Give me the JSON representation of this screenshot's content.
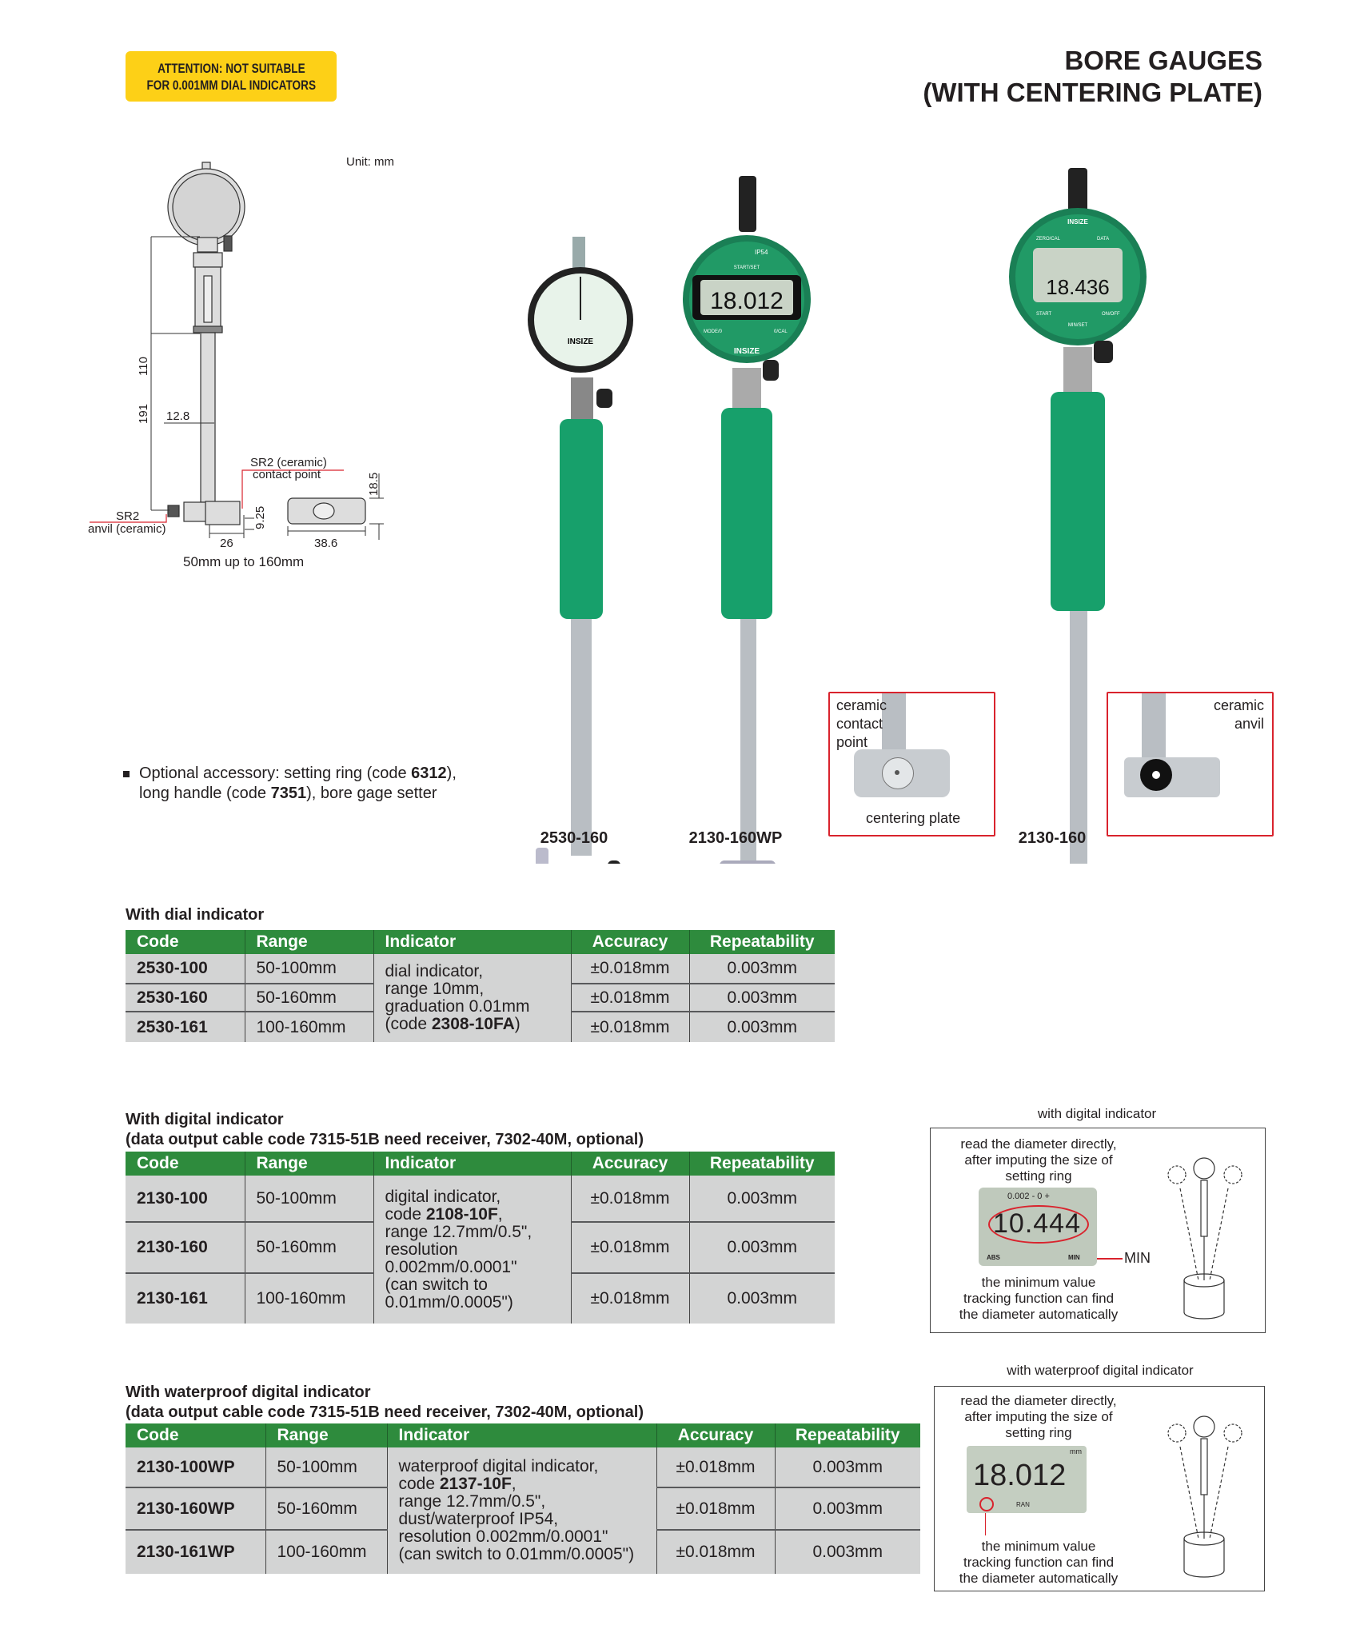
{
  "header": {
    "attention": [
      "ATTENTION: NOT SUITABLE",
      "FOR 0.001MM DIAL INDICATORS"
    ],
    "title": [
      "BORE GAUGES",
      "(WITH CENTERING PLATE)"
    ]
  },
  "drawing": {
    "unit": "Unit: mm",
    "dims": {
      "d110": "110",
      "d191": "191",
      "d12_8": "12.8",
      "d18_5": "18.5",
      "d9_25": "9.25",
      "d26": "26",
      "d38_6": "38.6"
    },
    "contact_point": [
      "SR2 (ceramic)",
      "contact point"
    ],
    "anvil": [
      "SR2",
      "anvil (ceramic)"
    ],
    "range_caption": "50mm up to 160mm"
  },
  "accessory_note": {
    "line1_pre": "Optional accessory: setting ring (code ",
    "code1": "6312",
    "line1_post": "),",
    "line2_pre": "long handle (code ",
    "code2": "7351",
    "line2_post": "), bore gage setter"
  },
  "products": {
    "labels": [
      "2530-160",
      "2130-160WP",
      "2130-160"
    ],
    "displays": {
      "wp": "18.012",
      "digital": "18.436"
    },
    "display_keys": {
      "ip": "IP54",
      "start_set": "START/SET",
      "mode": "MODE/0",
      "ocal": "0/CAL",
      "zero_cal": "ZERO/CAL",
      "data": "DATA",
      "start": "START",
      "minset": "MIN/SET",
      "onoff": "ON/OFF"
    },
    "brand": "INSIZE",
    "callout_contact": {
      "label": [
        "ceramic",
        "contact",
        "point"
      ],
      "plate": "centering plate"
    },
    "callout_anvil": {
      "label": [
        "ceramic",
        "anvil"
      ]
    }
  },
  "tables": {
    "columns": [
      "Code",
      "Range",
      "Indicator",
      "Accuracy",
      "Repeatability"
    ],
    "dial": {
      "heading": "With dial indicator",
      "indicator": {
        "l1": "dial indicator,",
        "l2": "range 10mm,",
        "l3": "graduation 0.01mm",
        "l4_pre": "(code ",
        "l4_code": "2308-10FA",
        "l4_post": ")"
      },
      "rows": [
        {
          "code": "2530-100",
          "range": "50-100mm",
          "accuracy": "±0.018mm",
          "repeatability": "0.003mm"
        },
        {
          "code": "2530-160",
          "range": "50-160mm",
          "accuracy": "±0.018mm",
          "repeatability": "0.003mm"
        },
        {
          "code": "2530-161",
          "range": "100-160mm",
          "accuracy": "±0.018mm",
          "repeatability": "0.003mm"
        }
      ]
    },
    "digital": {
      "heading": "With digital indicator",
      "subheading": "(data output cable code 7315-51B need receiver, 7302-40M, optional)",
      "indicator": {
        "l1": "digital indicator,",
        "l2_pre": "code ",
        "l2_code": "2108-10F",
        "l2_post": ",",
        "l3": "range 12.7mm/0.5\",",
        "l4": "resolution",
        "l5": "0.002mm/0.0001\"",
        "l6": "(can switch to",
        "l7": "0.01mm/0.0005\")"
      },
      "rows": [
        {
          "code": "2130-100",
          "range": "50-100mm",
          "accuracy": "±0.018mm",
          "repeatability": "0.003mm"
        },
        {
          "code": "2130-160",
          "range": "50-160mm",
          "accuracy": "±0.018mm",
          "repeatability": "0.003mm"
        },
        {
          "code": "2130-161",
          "range": "100-160mm",
          "accuracy": "±0.018mm",
          "repeatability": "0.003mm"
        }
      ]
    },
    "waterproof": {
      "heading": "With waterproof digital indicator",
      "subheading": "(data output cable code 7315-51B need receiver, 7302-40M, optional)",
      "indicator": {
        "l1": "waterproof digital indicator,",
        "l2_pre": "code ",
        "l2_code": "2137-10F",
        "l2_post": ",",
        "l3": "range 12.7mm/0.5\",",
        "l4": "dust/waterproof IP54,",
        "l5": "resolution 0.002mm/0.0001\"",
        "l6": "(can switch to 0.01mm/0.0005\")"
      },
      "rows": [
        {
          "code": "2130-100WP",
          "range": "50-100mm",
          "accuracy": "±0.018mm",
          "repeatability": "0.003mm"
        },
        {
          "code": "2130-160WP",
          "range": "50-160mm",
          "accuracy": "±0.018mm",
          "repeatability": "0.003mm"
        },
        {
          "code": "2130-161WP",
          "range": "100-160mm",
          "accuracy": "±0.018mm",
          "repeatability": "0.003mm"
        }
      ]
    }
  },
  "callouts": {
    "digital": {
      "title": "with digital indicator",
      "top": [
        "read the diameter directly,",
        "after imputing the size of",
        "setting ring"
      ],
      "lcd": "10.444",
      "lcd_small": "0.002 - 0 +",
      "abs": "ABS",
      "min_small": "MIN",
      "min_label": "MIN",
      "bottom": [
        "the minimum value",
        "tracking function can find",
        "the diameter automatically"
      ]
    },
    "waterproof": {
      "title": "with waterproof digital indicator",
      "top": [
        "read the diameter directly,",
        "after imputing the size of",
        "setting ring"
      ],
      "lcd": "18.012",
      "mm": "mm",
      "ran": "RAN",
      "bottom": [
        "the minimum value",
        "tracking function can find",
        "the diameter automatically"
      ]
    }
  },
  "colors": {
    "green": "#2e8b3d",
    "handle_green": "#17a06b",
    "red": "#d9232d",
    "yellow": "#fdd017"
  }
}
